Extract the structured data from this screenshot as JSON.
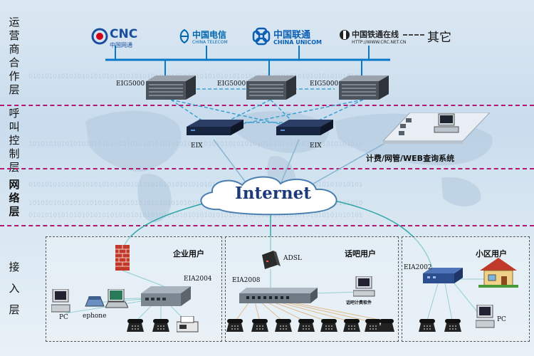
{
  "layers": {
    "operator": "运营商合作层",
    "call_control": "呼叫控制层",
    "network": "网络层",
    "access": "接入层"
  },
  "carriers": {
    "cnc_logo": "CNC",
    "cnc_sub": "中国网通",
    "telecom": "中国电信",
    "telecom_sub": "CHINA TELECOM",
    "unicom": "中国联通",
    "unicom_sub": "CHINA UNICOM",
    "railcom": "中国铁通在线",
    "railcom_sub": "HTTP://WWW.CRC.NET.CN",
    "other": "其它"
  },
  "nodes": {
    "eig1": "EIG5000",
    "eig2": "EIG5000",
    "eig3": "EIG5000",
    "eix1": "EIX",
    "eix2": "EIX",
    "billing": "计费/网管/WEB查询系统",
    "internet": "Internet"
  },
  "access": {
    "enterprise_title": "企业用户",
    "bar_title": "话吧用户",
    "community_title": "小区用户",
    "eia2004": "EIA2004",
    "eia2008": "EIA2008",
    "eia2002": "EIA2002",
    "adsl": "ADSL",
    "pc1": "PC",
    "ephone": "ephone",
    "bar_software": "话吧计费软件",
    "pc2": "PC"
  }
}
